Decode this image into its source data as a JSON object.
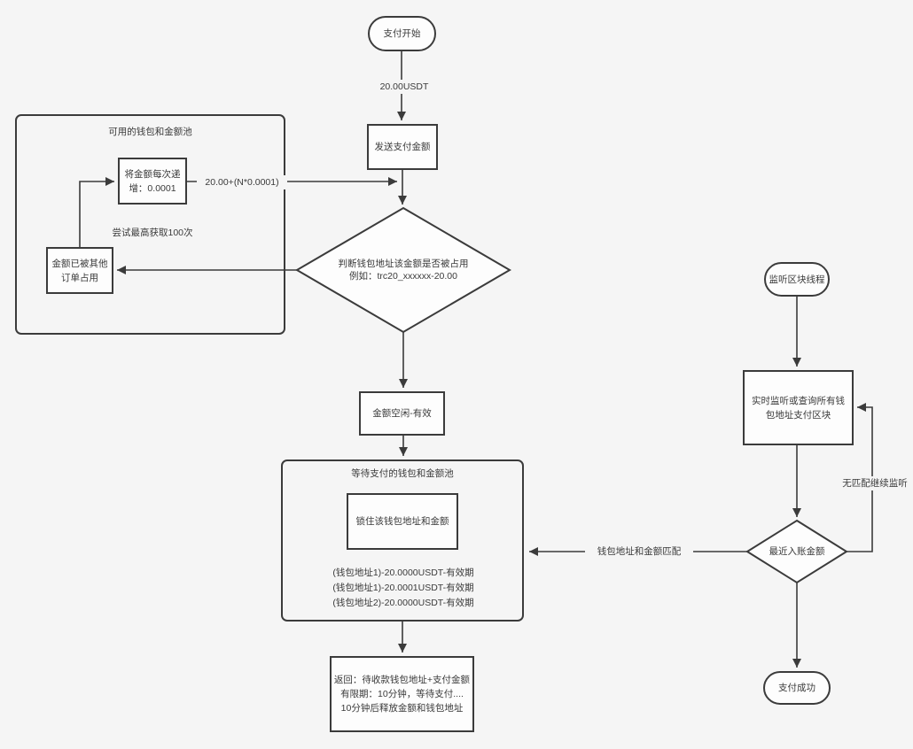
{
  "diagram": {
    "background_color": "#f5f5f5",
    "node_fill": "#fdfdfd",
    "stroke_color": "#3b3b3b",
    "text_color": "#3a3a3a",
    "nodes": {
      "start": {
        "label": "支付开始"
      },
      "send_amount": {
        "label": "发送支付金额"
      },
      "decision_occupied": {
        "line1": "判断钱包地址该金额是否被占用",
        "line2": "例如：trc20_xxxxxx-20.00"
      },
      "available_pool": {
        "title": "可用的钱包和金额池",
        "increment_label": "将金额每次递增：0.0001",
        "retry_note": "尝试最高获取100次",
        "occupied_label": "金额已被其他订单占用"
      },
      "amount_free": {
        "label": "金额空闲-有效"
      },
      "waiting_pool": {
        "title": "等待支付的钱包和金额池",
        "lock_label": "锁住该钱包地址和金额",
        "entries": [
          "(钱包地址1)-20.0000USDT-有效期",
          "(钱包地址1)-20.0001USDT-有效期",
          "(钱包地址2)-20.0000USDT-有效期"
        ]
      },
      "return_result": {
        "line1": "返回：待收款钱包地址+支付金额",
        "line2": "有限期：10分钟，等待支付....",
        "line3": "10分钟后释放金额和钱包地址"
      },
      "listen_thread": {
        "label": "监听区块线程"
      },
      "monitor_blocks": {
        "label": "实时监听或查询所有钱包地址支付区块"
      },
      "decision_recent_amount": {
        "label": "最近入账金额"
      },
      "payment_success": {
        "label": "支付成功"
      }
    },
    "edge_labels": {
      "payment_amount": "20.00USDT",
      "increment_formula": "20.00+(N*0.0001)",
      "wallet_amount_match": "钱包地址和金额匹配",
      "no_match_keep_listening": "无匹配继续监听"
    }
  }
}
